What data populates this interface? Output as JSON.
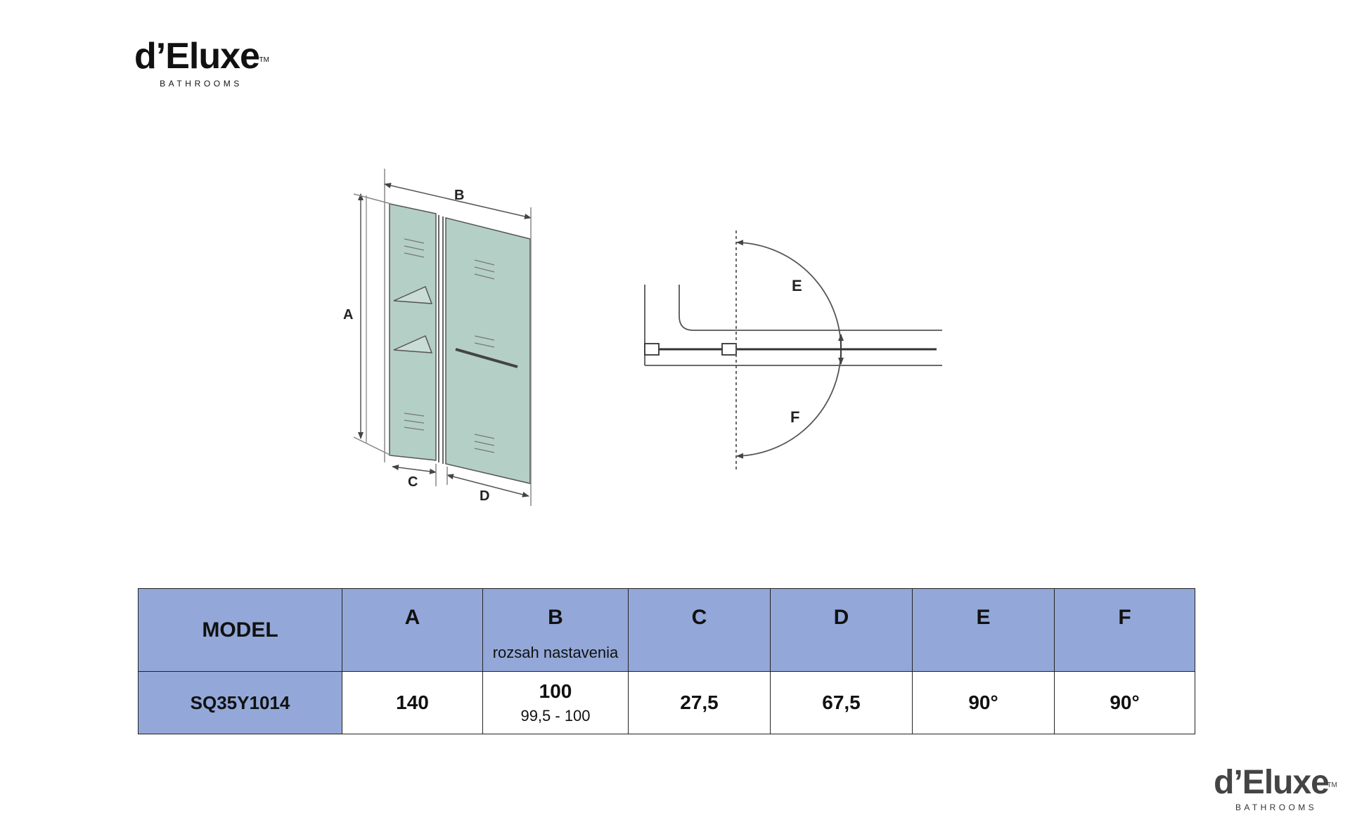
{
  "brand": {
    "name": "d’Eluxe",
    "tm": "TM",
    "tagline": "BATHROOMS"
  },
  "diagram": {
    "labels": {
      "a": "A",
      "b": "B",
      "c": "C",
      "d": "D",
      "e": "E",
      "f": "F"
    },
    "glass_color": "#b4cfc6",
    "line_color": "#555555"
  },
  "table": {
    "header": {
      "model": "MODEL",
      "a": "A",
      "b": "B",
      "b_note": "rozsah nastavenia",
      "c": "C",
      "d": "D",
      "e": "E",
      "f": "F"
    },
    "row": {
      "model": "SQ35Y1014",
      "a": "140",
      "b": "100",
      "b_range": "99,5 - 100",
      "c": "27,5",
      "d": "67,5",
      "e": "90°",
      "f": "90°"
    },
    "header_bg": "#93a8d8"
  }
}
